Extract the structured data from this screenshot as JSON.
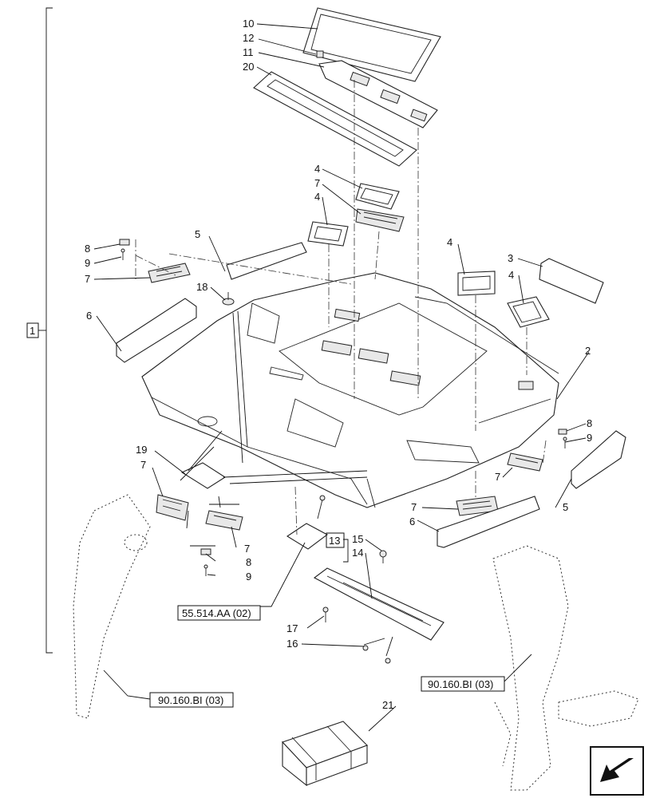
{
  "labels": {
    "l10": "10",
    "l12": "12",
    "l11": "11",
    "l20": "20",
    "l4a": "4",
    "l7a": "7",
    "l4b": "4",
    "l8a": "8",
    "l9a": "9",
    "l7b": "7",
    "l5a": "5",
    "l18": "18",
    "l6a": "6",
    "l4c": "4",
    "l3": "3",
    "l4d": "4",
    "l2": "2",
    "l8b": "8",
    "l9b": "9",
    "l7c": "7",
    "l5b": "5",
    "l19": "19",
    "l7d": "7",
    "l7e": "7",
    "l8c": "8",
    "l9c": "9",
    "l7f": "7",
    "l6b": "6",
    "l15": "15",
    "l14": "14",
    "l17": "17",
    "l16": "16",
    "l21": "21",
    "l1": "1",
    "l13": "13"
  },
  "refs": {
    "ref_55514": "55.514.AA (02)",
    "ref_90160_left": "90.160.BI (03)",
    "ref_90160_right": "90.160.BI (03)"
  },
  "icons": {
    "nav": "arrow-down-left-icon"
  }
}
